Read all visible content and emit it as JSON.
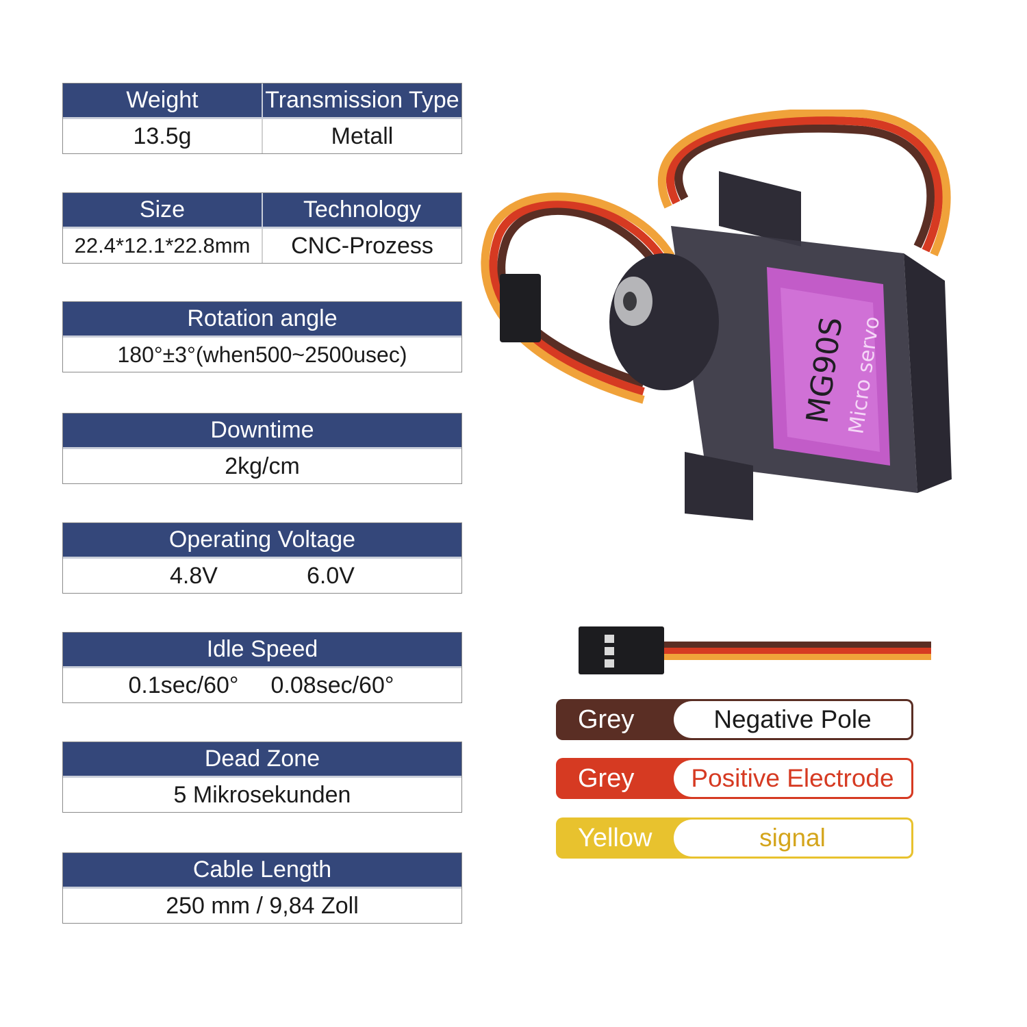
{
  "specs": {
    "weight": {
      "label": "Weight",
      "value": "13.5g"
    },
    "transmission": {
      "label": "Transmission Type",
      "value": "Metall"
    },
    "size": {
      "label": "Size",
      "value": "22.4*12.1*22.8mm"
    },
    "technology": {
      "label": "Technology",
      "value": "CNC-Prozess"
    },
    "rotation": {
      "label": "Rotation angle",
      "value": "180°±3°(when500~2500usec)"
    },
    "downtime": {
      "label": "Downtime",
      "value": "2kg/cm"
    },
    "voltage": {
      "label": "Operating Voltage",
      "values": [
        "4.8V",
        "6.0V"
      ]
    },
    "idle_speed": {
      "label": "Idle Speed",
      "values": [
        "0.1sec/60°",
        "0.08sec/60°"
      ]
    },
    "dead_zone": {
      "label": "Dead Zone",
      "value": "5 Mikrosekunden"
    },
    "cable_length": {
      "label": "Cable Length",
      "value": "250 mm / 9,84 Zoll"
    }
  },
  "product": {
    "label_model": "MG90S",
    "label_type": "Micro servo"
  },
  "wires": [
    {
      "color_name": "Grey",
      "meaning": "Negative Pole",
      "color": "#5a2e24",
      "text_color": "#1a1a1a"
    },
    {
      "color_name": "Grey",
      "meaning": "Positive Electrode",
      "color": "#d63a22",
      "text_color": "#d63a22"
    },
    {
      "color_name": "Yellow",
      "meaning": "signal",
      "color": "#e8c22e",
      "text_color": "#d4a51c"
    }
  ],
  "colors": {
    "header_bg": "#34477a",
    "header_text": "#ffffff",
    "servo_body": "#3a3845",
    "servo_label": "#c25cc8"
  }
}
